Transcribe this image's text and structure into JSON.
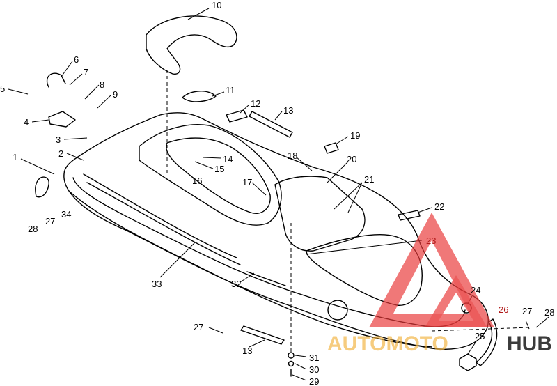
{
  "diagram": {
    "callouts": [
      {
        "id": "10",
        "text": "10"
      },
      {
        "id": "6",
        "text": "6"
      },
      {
        "id": "7",
        "text": "7"
      },
      {
        "id": "5",
        "text": "5"
      },
      {
        "id": "8",
        "text": "8"
      },
      {
        "id": "9",
        "text": "9"
      },
      {
        "id": "11",
        "text": "11"
      },
      {
        "id": "12",
        "text": "12"
      },
      {
        "id": "13a",
        "text": "13"
      },
      {
        "id": "4",
        "text": "4"
      },
      {
        "id": "3",
        "text": "3"
      },
      {
        "id": "19",
        "text": "19"
      },
      {
        "id": "2",
        "text": "2"
      },
      {
        "id": "1",
        "text": "1"
      },
      {
        "id": "14",
        "text": "14"
      },
      {
        "id": "18",
        "text": "18"
      },
      {
        "id": "20",
        "text": "20"
      },
      {
        "id": "15",
        "text": "15"
      },
      {
        "id": "16",
        "text": "16"
      },
      {
        "id": "21",
        "text": "21"
      },
      {
        "id": "17",
        "text": "17"
      },
      {
        "id": "34",
        "text": "34"
      },
      {
        "id": "22",
        "text": "22"
      },
      {
        "id": "27a",
        "text": "27"
      },
      {
        "id": "28a",
        "text": "28"
      },
      {
        "id": "23",
        "text": "23"
      },
      {
        "id": "33",
        "text": "33"
      },
      {
        "id": "32",
        "text": "32"
      },
      {
        "id": "24",
        "text": "24"
      },
      {
        "id": "26",
        "text": "26"
      },
      {
        "id": "27b",
        "text": "27"
      },
      {
        "id": "28b",
        "text": "28"
      },
      {
        "id": "27c",
        "text": "27"
      },
      {
        "id": "13b",
        "text": "13"
      },
      {
        "id": "25",
        "text": "25"
      },
      {
        "id": "31",
        "text": "31"
      },
      {
        "id": "30",
        "text": "30"
      },
      {
        "id": "29",
        "text": "29"
      }
    ],
    "colors": {
      "line": "#000000",
      "highlight_label": "#b01818",
      "watermark": "#e83a3a",
      "watermark_text": "#f2b544"
    }
  },
  "watermark": {
    "text_left": "AUTOMOTO",
    "text_right": "HUB"
  }
}
